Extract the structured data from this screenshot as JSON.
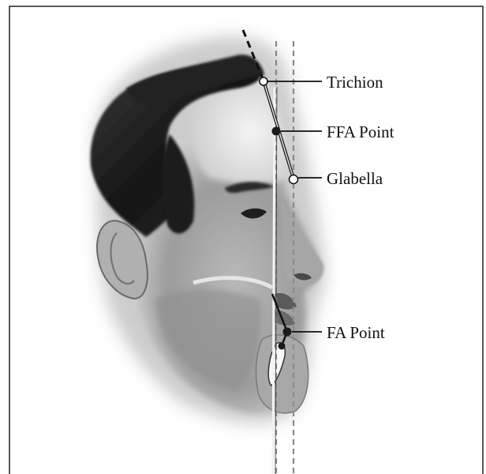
{
  "figure": {
    "landmarks": [
      {
        "label": "Trichion"
      },
      {
        "label": "FFA Point"
      },
      {
        "label": "Glabella"
      },
      {
        "label": "FA Point"
      }
    ],
    "colors": {
      "frame": "#222222",
      "line": "#111111",
      "dashed_reference": "#8a8a8a",
      "landmark_dot": "#1a1a1a",
      "skin_gray": "#9a9a9a",
      "hair": "#1e1e1e"
    }
  }
}
